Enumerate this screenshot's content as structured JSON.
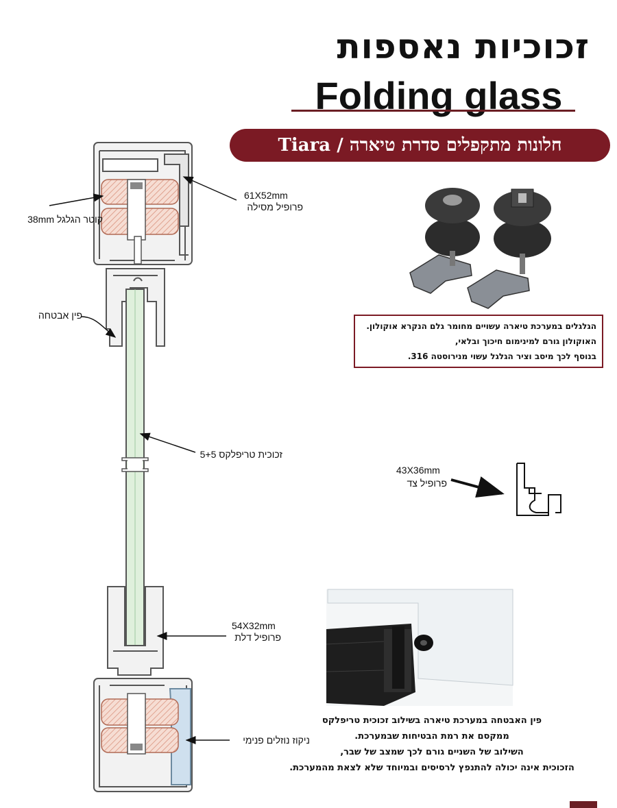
{
  "header": {
    "title_he": "זכוכיות נאספות",
    "title_en": "Folding glass",
    "series_banner": "חלונות מתקפלים סדרת טיארה / Tiara"
  },
  "labels": {
    "rail_profile_size": "61X52mm",
    "rail_profile_name": "פרופיל מסילה",
    "wheel_diameter": "קוטר הגלגל 38mm",
    "safety_pin": "פין אבטחה",
    "glass_type": "זכוכית טריפלקס 5+5",
    "side_profile_size": "43X36mm",
    "side_profile_name": "פרופיל צד",
    "door_profile_size": "54X32mm",
    "door_profile_name": "פרופיל דלת",
    "drainage": "ניקוז נוזלים פנימי"
  },
  "wheel_note": {
    "lines": [
      "הגלגלים במערכת טיארה עשויים מחומר גלם הנקרא אוקולון.",
      "האוקולון גורם למינימום חיכוך ובלאי,",
      "בנוסף לכך מיסב וציר הגלגל עשוי מנירוסטה 316."
    ]
  },
  "bottom_note": {
    "lines": [
      "פין האבטחה במערכת טיארה בשילוב זכוכית טריפלקס",
      "ממקסם את רמת הבטיחות שבמערכת.",
      "השילוב של השניים גורם לכך שמצב של שבר,",
      "הזכוכית אינה יכולה להתנפץ לרסיסים ובמיוחד שלא לצאת מהמערכת."
    ]
  },
  "colors": {
    "brand": "#7b1a24",
    "glass": "#dff0dc",
    "hatch": "#e8b4a0"
  }
}
